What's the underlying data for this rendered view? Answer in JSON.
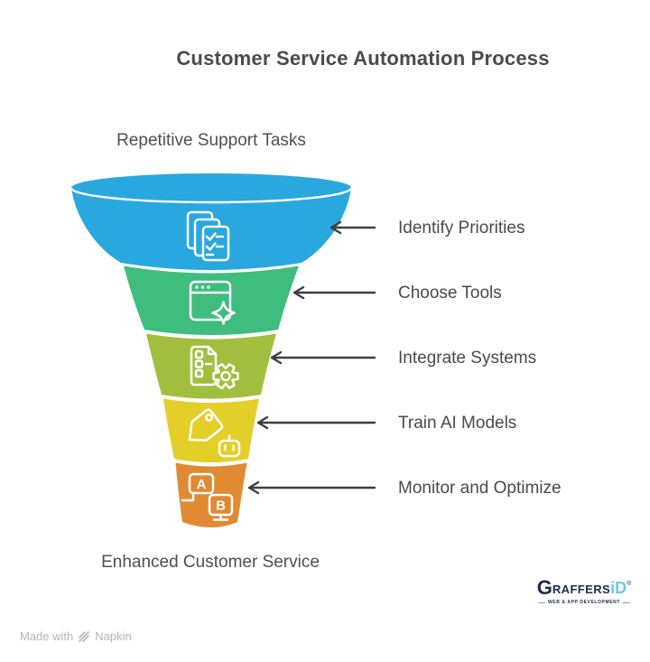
{
  "title": "Customer Service Automation Process",
  "funnel": {
    "top_label": "Repetitive Support Tasks",
    "bottom_label": "Enhanced Customer Service",
    "arrow_color": "#3f3f3f",
    "stages": [
      {
        "label": "Identify Priorities",
        "color": "#29a8df",
        "icon": "documents-checklist-icon"
      },
      {
        "label": "Choose Tools",
        "color": "#3ebd7e",
        "icon": "browser-sparkle-icon"
      },
      {
        "label": "Integrate Systems",
        "color": "#a2be3f",
        "icon": "document-gear-icon"
      },
      {
        "label": "Train AI Models",
        "color": "#e4cf28",
        "icon": "price-tag-robot-icon"
      },
      {
        "label": "Monitor and Optimize",
        "color": "#e08a33",
        "icon": "ab-test-monitors-icon"
      }
    ]
  },
  "branding": {
    "logo_g": "G",
    "logo_rest": "RAFFERS",
    "logo_accent": "iD",
    "logo_reg": "®",
    "tagline": "WEB & APP DEVELOPMENT"
  },
  "footer": {
    "made_with": "Made with",
    "app_name": "Napkin"
  }
}
